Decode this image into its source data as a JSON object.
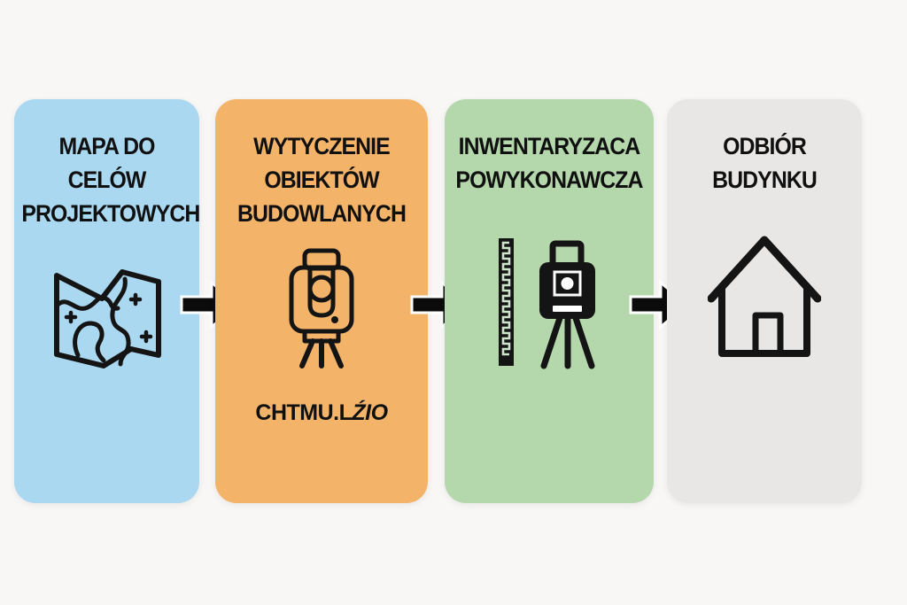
{
  "page": {
    "background": "#f8f7f5",
    "text_color": "#101010"
  },
  "arrow": {
    "fill": "#0b0b0b",
    "outline": "#ffffff"
  },
  "steps": [
    {
      "title": "MAPA DO\nCELÓW\nPROJEKTOWYCH",
      "color": "#abd8f1",
      "icon": "map-icon"
    },
    {
      "title": "WYTYCZENIE\nOBIEKTÓW\nBUDOWLANYCH",
      "color": "#f3b46a",
      "icon": "total-station-outline-icon",
      "watermark_normal": "CHTMU.L",
      "watermark_italic": "ŹIO"
    },
    {
      "title": "INWENTARYZACA\nPOWYKONAWCZA",
      "color": "#b4d8ac",
      "icon": "leveling-rod-total-station-icon"
    },
    {
      "title": "ODBIÓR\nBUDYNKU",
      "color": "#e8e7e5",
      "icon": "house-icon"
    }
  ]
}
